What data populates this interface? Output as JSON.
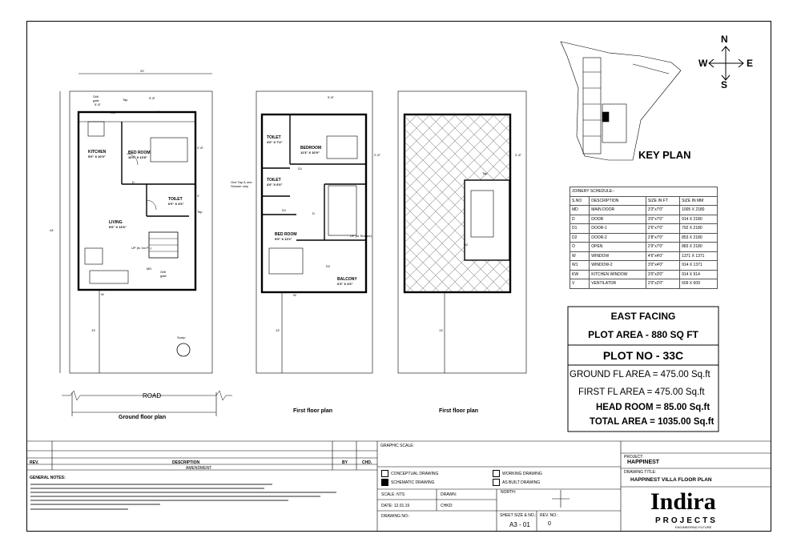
{
  "drawing": {
    "plans": {
      "ground": {
        "caption": "Ground floor plan",
        "road": "ROAD",
        "width_dim": "20'",
        "depth_dim": "44'",
        "setback_front": "13'",
        "rooms": [
          {
            "name": "KITCHEN",
            "size": "5'0\" X 10'0\""
          },
          {
            "name": "BED ROOM",
            "size": "10'0\" X 10'6\""
          },
          {
            "name": "TOILET",
            "size": "6'0\" X 4'6\""
          },
          {
            "name": "LIVING",
            "size": "9'6\" X 13'6\""
          }
        ],
        "labels": {
          "grill1": "Grill gate",
          "grill2": "Grill gate",
          "kw": "KW",
          "w1": "W",
          "w2": "W",
          "d": "D",
          "md": "MD",
          "v": "V",
          "tap": "Tap",
          "up": "UP (to 1st FL)",
          "dim1": "5'-8\"",
          "dim2": "5'-8\"",
          "dim3": "2'-8\"",
          "sump": "Sump",
          "tap2": "Tap"
        }
      },
      "first": {
        "caption": "First floor plan",
        "setback_front": "13'",
        "rooms": [
          {
            "name": "TOILET",
            "size": "4'6\" X 7'4\""
          },
          {
            "name": "BEDROOM",
            "size": "11'3\" X 10'9\""
          },
          {
            "name": "TOILET",
            "size": "4'6\" X 6'6\""
          },
          {
            "name": "BED ROOM",
            "size": "9'9\" X 11'0\""
          },
          {
            "name": "BALCONY",
            "size": "6'3\" X 4'6\""
          }
        ],
        "labels": {
          "one_tap": "One Tap & one Shower only",
          "w": "W",
          "d1a": "D1",
          "d1b": "D1",
          "d": "D",
          "d2": "D2",
          "up": "UP (to Terrace)",
          "dim1": "5'-8\"",
          "dim2": "2'-8\""
        }
      },
      "terrace": {
        "caption": "First floor plan",
        "setback_front": "13'",
        "labels": {
          "tap": "Tap",
          "d2": "D2",
          "dim1": "2'-8\""
        }
      }
    },
    "key_plan": {
      "title": "KEY PLAN",
      "compass": {
        "n": "N",
        "s": "S",
        "e": "E",
        "w": "W"
      }
    },
    "joinery": {
      "title": "JOINERY SCHEDULE:-",
      "headers": [
        "S.NO",
        "DESCRIPTION",
        "SIZE IN FT",
        "SIZE IN MM"
      ],
      "rows": [
        [
          "MD",
          "MAIN DOOR",
          "3'3\"x7'0\"",
          "1005 X 2180"
        ],
        [
          "D",
          "DOOR",
          "3'0\"x7'0\"",
          "914 X 2180"
        ],
        [
          "D1",
          "DOOR-1",
          "2'6\"x7'0\"",
          "792 X 2180"
        ],
        [
          "D2",
          "DOOR-2",
          "2'8\"x7'0\"",
          "853 X 2180"
        ],
        [
          "O",
          "OPEN",
          "2'9\"x7'0\"",
          "883 X 2180"
        ],
        [
          "W",
          "WINDOW",
          "4'6\"x4'0\"",
          "1371 X 1371"
        ],
        [
          "W1",
          "WINDOW-2",
          "3'0\"x4'0\"",
          "914 X 1371"
        ],
        [
          "KW",
          "KITCHEN WINDOW",
          "3'0\"x3'0\"",
          "914 X 914"
        ],
        [
          "V",
          "VENTILATOR",
          "2'0\"x2'0\"",
          "609 X 609"
        ]
      ]
    },
    "summary": {
      "facing": "EAST FACING",
      "plot_area": "PLOT AREA - 880 SQ FT",
      "plot_no": "PLOT NO - 33C",
      "ground": "GROUND FL AREA  = 475.00 Sq.ft",
      "first": "FIRST   FL AREA  = 475.00 Sq.ft",
      "head": "HEAD ROOM  =  85.00 Sq.ft",
      "total": "TOTAL AREA  = 1035.00 Sq.ft"
    },
    "title_block": {
      "graphic_scale": "GRAPHIC SCALE:",
      "rev": "REV.",
      "description": "DESCRIPTION",
      "by": "BY",
      "chd": "CHD.",
      "amendment": "AMENDMENT",
      "general_notes": "GENERAL NOTES:",
      "conceptual": "CONCEPTUAL DRAWING",
      "schematic": "SCHEMATIC DRAWING",
      "working": "WORKING DRAWING",
      "as_built": "AS BUILT DRAWING",
      "scale": "SCALE:  NTS",
      "drawn": "DRAWN:",
      "date": "DATE:  12.01.19",
      "chkd": "CHKD:",
      "north": "NORTH:",
      "drawing_no": "DRAWING NO.:",
      "sheet_size": "SHEET SIZE & NO.:",
      "sheet_value": "A3 - 01",
      "rev_no": "REV. NO.:",
      "rev_value": "0",
      "project_label": "PROJECT:",
      "project": "HAPPINEST",
      "drawing_title_label": "DRAWING TITLE:",
      "drawing_title": "HAPPINEST VILLA FLOOR PLAN",
      "logo": "Indira",
      "logo_sub": "PROJECTS",
      "logo_tag": "ENGINEERING FUTURE"
    }
  }
}
